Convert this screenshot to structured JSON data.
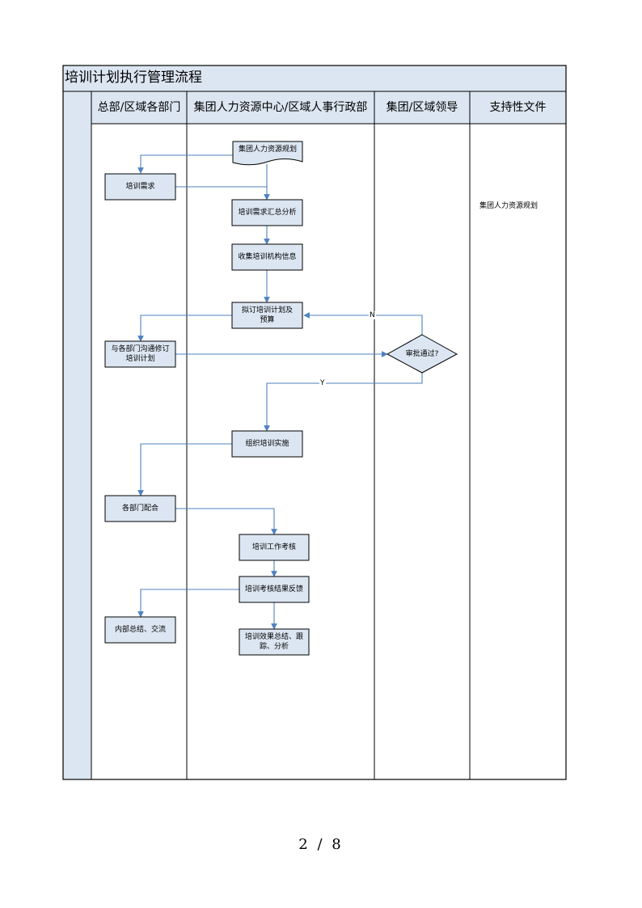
{
  "title": "培训计划执行管理流程",
  "lanes": [
    {
      "id": "dept",
      "label": "总部/区域各部门"
    },
    {
      "id": "hr",
      "label": "集团人力资源中心/区域人事行政部"
    },
    {
      "id": "lead",
      "label": "集团/区域领导"
    },
    {
      "id": "docs",
      "label": "支持性文件"
    }
  ],
  "nodes": [
    {
      "id": "plan_doc",
      "lane": "hr",
      "shape": "document",
      "text": "集团人力资源规划"
    },
    {
      "id": "needs",
      "lane": "dept",
      "shape": "process",
      "text": "培训需求"
    },
    {
      "id": "summary",
      "lane": "hr",
      "shape": "process",
      "text": "培训需求汇总分析"
    },
    {
      "id": "collect",
      "lane": "hr",
      "shape": "process",
      "text": "收集培训机构信息"
    },
    {
      "id": "draft",
      "lane": "hr",
      "shape": "process",
      "text": "拟订培训计划及预算"
    },
    {
      "id": "revise",
      "lane": "dept",
      "shape": "process",
      "text": "与各部门沟通修订培训计划"
    },
    {
      "id": "approve",
      "lane": "lead",
      "shape": "decision",
      "text": "审批通过?"
    },
    {
      "id": "organize",
      "lane": "hr",
      "shape": "process",
      "text": "组织培训实施"
    },
    {
      "id": "cooperate",
      "lane": "dept",
      "shape": "process",
      "text": "各部门配合"
    },
    {
      "id": "assess",
      "lane": "hr",
      "shape": "process",
      "text": "培训工作考核"
    },
    {
      "id": "feedback",
      "lane": "hr",
      "shape": "process",
      "text": "培训考核结果反馈"
    },
    {
      "id": "internal",
      "lane": "dept",
      "shape": "process",
      "text": "内部总结、交流"
    },
    {
      "id": "effect",
      "lane": "hr",
      "shape": "process",
      "text": "培训效果总结、跟踪、分析"
    }
  ],
  "edges": [
    {
      "from": "plan_doc",
      "to": "needs",
      "label": ""
    },
    {
      "from": "needs",
      "to": "summary",
      "label": ""
    },
    {
      "from": "summary",
      "to": "collect",
      "label": ""
    },
    {
      "from": "collect",
      "to": "draft",
      "label": ""
    },
    {
      "from": "draft",
      "to": "revise",
      "label": ""
    },
    {
      "from": "revise",
      "to": "approve",
      "label": ""
    },
    {
      "from": "approve",
      "to": "draft",
      "label": "N"
    },
    {
      "from": "approve",
      "to": "organize",
      "label": "Y"
    },
    {
      "from": "organize",
      "to": "cooperate",
      "label": ""
    },
    {
      "from": "cooperate",
      "to": "assess",
      "label": ""
    },
    {
      "from": "assess",
      "to": "feedback",
      "label": ""
    },
    {
      "from": "feedback",
      "to": "internal",
      "label": ""
    },
    {
      "from": "feedback",
      "to": "effect",
      "label": ""
    }
  ],
  "support_docs": [
    "集团人力资源规划"
  ],
  "page": {
    "current": "2",
    "separator": "/",
    "total": "8"
  },
  "colors": {
    "header_fill": "#dce6f2",
    "node_fill": "#dce6f2",
    "connector": "#4f81bd",
    "border": "#000000"
  }
}
